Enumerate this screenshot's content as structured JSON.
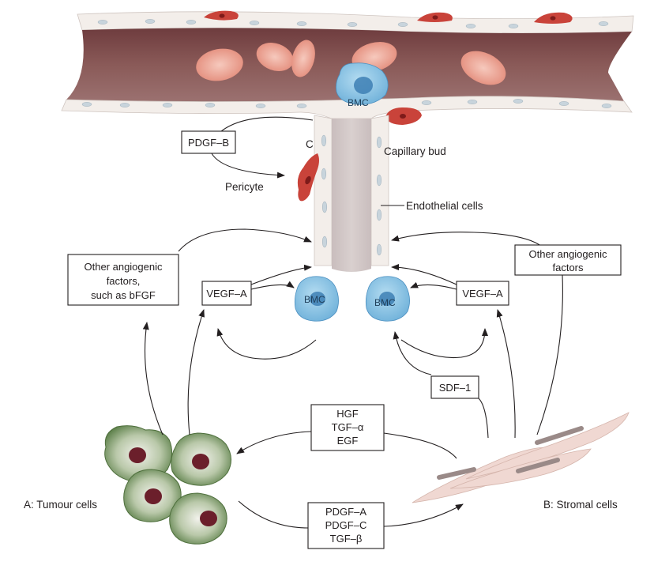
{
  "colors": {
    "vessel_wall": "#f1ece8",
    "vessel_lumen": "#7a4a4a",
    "red_cell": "#e9a091",
    "endothelial_nucleus": "#c8d4dc",
    "bmc": "#8ec5e4",
    "bmc_nucleus": "#3d7fb4",
    "pericyte": "#c9433a",
    "tumour": "#6a8f55",
    "tumour_nucleus": "#6b1f2b",
    "stromal": "#f0d8d2"
  },
  "labels": {
    "bmc_vessel": "BMC",
    "bmc_left": "BMC",
    "bmc_right": "BMC",
    "c_marker": "C",
    "capillary_bud": "Capillary bud",
    "pericyte": "Pericyte",
    "endothelial_cells": "Endothelial cells",
    "tumour_cells": "A: Tumour cells",
    "stromal_cells": "B: Stromal cells"
  },
  "boxes": {
    "pdgf_b": [
      "PDGF–B"
    ],
    "other_left": [
      "Other angiogenic",
      "factors,",
      "such as bFGF"
    ],
    "other_right": [
      "Other angiogenic",
      "factors"
    ],
    "vegf_left": [
      "VEGF–A"
    ],
    "vegf_right": [
      "VEGF–A"
    ],
    "sdf1": [
      "SDF–1"
    ],
    "hgf_group": [
      "HGF",
      "TGF–α",
      "EGF"
    ],
    "pdgf_group": [
      "PDGF–A",
      "PDGF–C",
      "TGF–β"
    ]
  }
}
